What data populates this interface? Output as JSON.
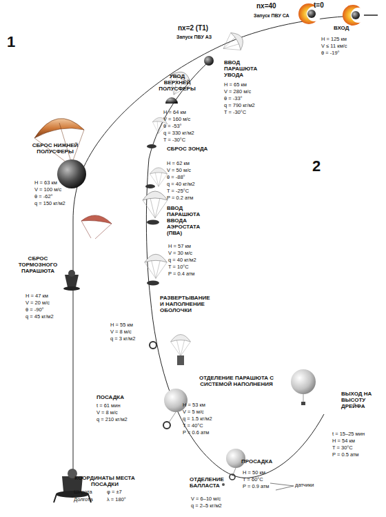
{
  "diagram": {
    "labels": [
      "nx=40",
      "Запуск ПВУ СА",
      "t=0",
      "ВХОД",
      "H = 125 км",
      "V ≤ 11 км/с",
      "θ = -19°",
      "nx=2 (T1)",
      "Запуск ПВУ АЗ",
      "1",
      "ВВОД ПАРАШЮТА УВОДА",
      "H = 65 км",
      "V = 280 м/с",
      "θ = -33°",
      "q = 790 кг/м2",
      "T = -30°C",
      "УВОД ВЕРХНЕЙ ПОЛУСФЕРЫ",
      "H = 64 км",
      "V = 160 м/с",
      "θ = -53°",
      "q = 330 кг/м2",
      "T = -30°C",
      "СБРОС ЗОНДА",
      "H = 62 км",
      "V = 50 м/с",
      "θ = -88°",
      "q = 40 кг/м2",
      "T = -25°C",
      "P = 0.2 атм",
      "ВВОД ПАРАШЮТА ВВОДА АЭРОСТАТА (ПВА)",
      "H = 57 км",
      "V = 30 м/с",
      "q = 40 кг/м2",
      "T = 10°C",
      "P = 0.4 атм",
      "РАЗВЕРТЫВАНИЕ И НАПОЛНЕНИЕ ОБОЛОЧКИ",
      "H = 55 км",
      "V = 8 м/с",
      "q = 3 кг/м2",
      "2",
      "ОТДЕЛЕНИЕ ПАРАШЮТА С СИСТЕМОЙ НАПОЛНЕНИЯ",
      "H = 53 км",
      "V = 5 м/с",
      "q = 1.5 кг/м2",
      "T = 40°C",
      "P = 0.6 атм",
      "ВЫХОД НА ВЫСОТУ ДРЕЙФА",
      "t = 15–25 мин",
      "H = 54 км",
      "T = 30°C",
      "P = 0.5 атм",
      "ПРОСАДКА",
      "H = 50 км",
      "T = 60°C",
      "P = 0.9 атм",
      "датчики",
      "ОТДЕЛЕНИЕ БАЛЛАСТА",
      "V = 6–10 м/с",
      "q = 2–5 кг/м2",
      "СБРОС НИЖНЕЙ ПОЛУСФЕРЫ",
      "H = 63 км",
      "V = 100 м/с",
      "θ = -62°",
      "q = 150 кг/м2",
      "СБРОС ТОРМОЗНОГО ПАРАШЮТА",
      "H = 47 км",
      "V = 20 м/с",
      "θ = -90°",
      "q = 45 кг/м2",
      "ПОСАДКА",
      "t = 61 мин",
      "V = 8 м/с",
      "q = 210 кг/м2",
      "КООРДИНАТЫ МЕСТА ПОСАДКИ",
      "Широта",
      "φ = ±7",
      "Долгота",
      "λ = 180°"
    ]
  }
}
